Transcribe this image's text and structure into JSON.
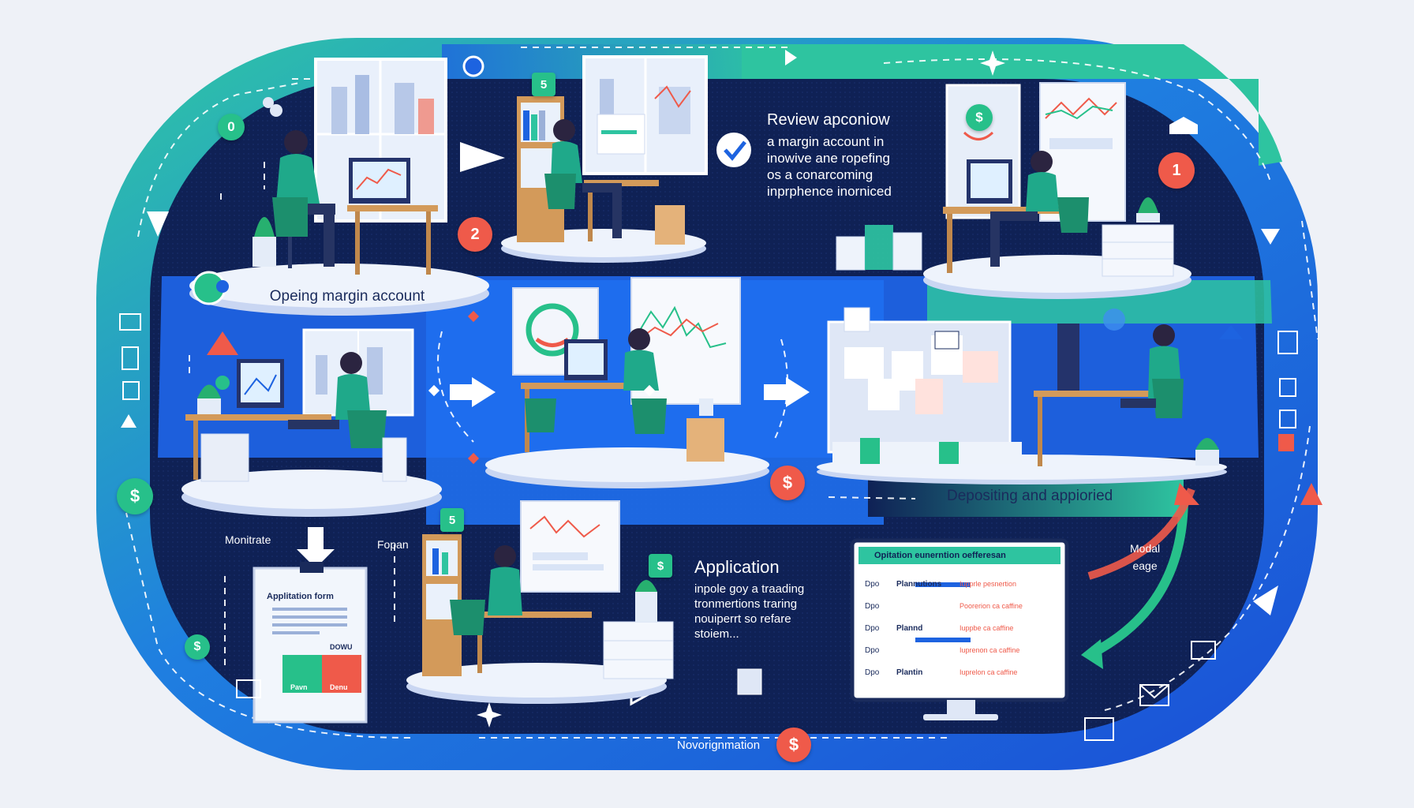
{
  "labels": {
    "opening": "Opeing margin account",
    "depositing": "Depositing and appioried",
    "navigation": "Novorignmation",
    "monitor_left": "Monitrate",
    "form_left": "Fopan",
    "modal": [
      "Modal",
      "eage"
    ]
  },
  "review": {
    "heading": "Review apconiow",
    "lines": [
      "a margin account in",
      "inowive ane ropefing",
      "os a conarcoming",
      "inprphence inorniced"
    ]
  },
  "application": {
    "heading": "Application",
    "lines": [
      "inpole goy a traading",
      "tronmertions traring",
      "nouiperrt so refare",
      "stoiem..."
    ]
  },
  "form": {
    "title": "Applitation form",
    "small": "DOWU",
    "btn_left": "Pavn",
    "btn_right": "Denu"
  },
  "monitor_screen": {
    "header": "Opitation eunerntion oefferesan",
    "rows": [
      {
        "k": "Dpo",
        "v": "Plannutions",
        "r": "Iupprle pesnertion"
      },
      {
        "k": "Dpo",
        "v": "",
        "r": "Poorerion ca caffine"
      },
      {
        "k": "Dpo",
        "v": "Plannd",
        "r": "Iuppbe ca caffine"
      },
      {
        "k": "Dpo",
        "v": "",
        "r": "Iuprenon ca caffine"
      },
      {
        "k": "Dpo",
        "v": "Plantin",
        "r": "Iuprelon ca caffine"
      }
    ]
  },
  "badges": {
    "two": "2",
    "one_right": "1",
    "zero": "0",
    "five_top": "5",
    "five_bottom": "5",
    "dollar": "$"
  },
  "colors": {
    "navy": "#0f2155",
    "blue": "#1d63e0",
    "teal": "#2ec4a0",
    "red": "#ef5a4a",
    "green": "#27c08a"
  }
}
